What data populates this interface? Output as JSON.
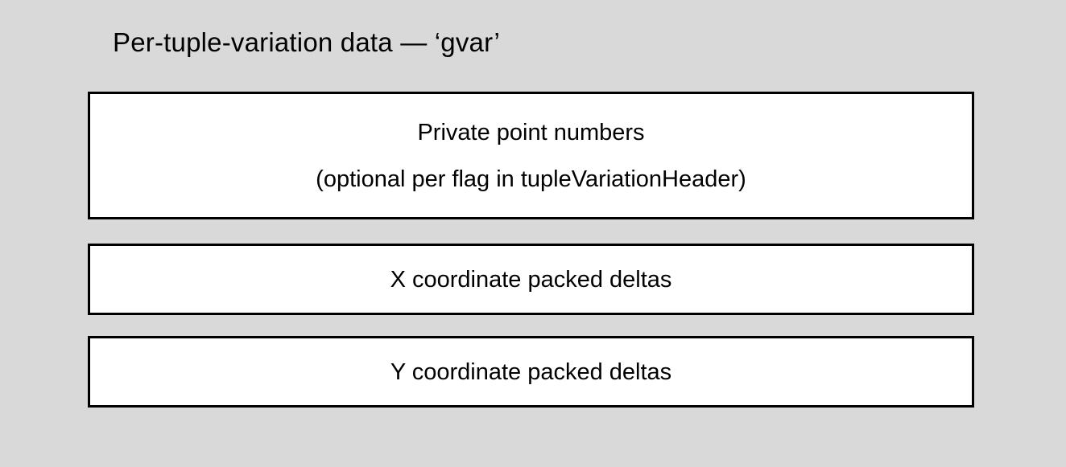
{
  "title": "Per-tuple-variation data — ‘gvar’",
  "boxes": {
    "private_points": {
      "line1": "Private point numbers",
      "line2": "(optional per flag in tupleVariationHeader)"
    },
    "x_deltas": {
      "label": "X coordinate packed deltas"
    },
    "y_deltas": {
      "label": "Y coordinate packed deltas"
    }
  },
  "colors": {
    "background": "#d9d9d9",
    "box_fill": "#ffffff",
    "box_border": "#000000",
    "text": "#000000"
  }
}
